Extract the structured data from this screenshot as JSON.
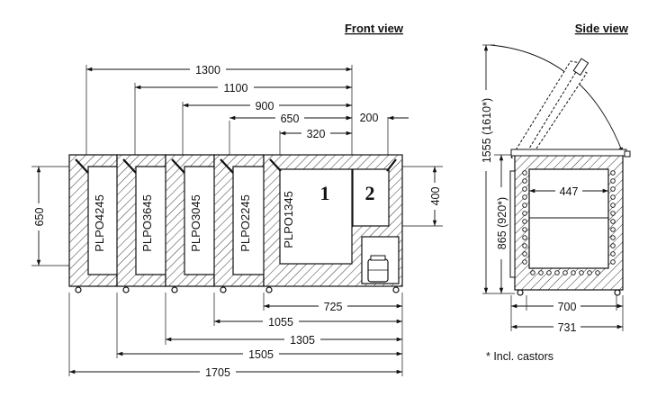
{
  "headings": {
    "front_view": "Front view",
    "side_view": "Side view"
  },
  "top_dimensions": [
    "1300",
    "1100",
    "900",
    "650",
    "320",
    "200"
  ],
  "bottom_dimensions": [
    "725",
    "1055",
    "1305",
    "1505",
    "1705"
  ],
  "height_dimensions": {
    "cabinet_height": "650",
    "compartment_height": "400"
  },
  "models": [
    "PLPO4245",
    "PLPO3645",
    "PLPO3045",
    "PLPO2245",
    "PLPO1345"
  ],
  "compartments": [
    "1",
    "2"
  ],
  "side_dimensions": {
    "total_height": "1555 (1610*)",
    "body_height": "865 (920*)",
    "inner_width": "447",
    "depth_body": "700",
    "depth_total": "731"
  },
  "footnote": "* Incl. castors"
}
